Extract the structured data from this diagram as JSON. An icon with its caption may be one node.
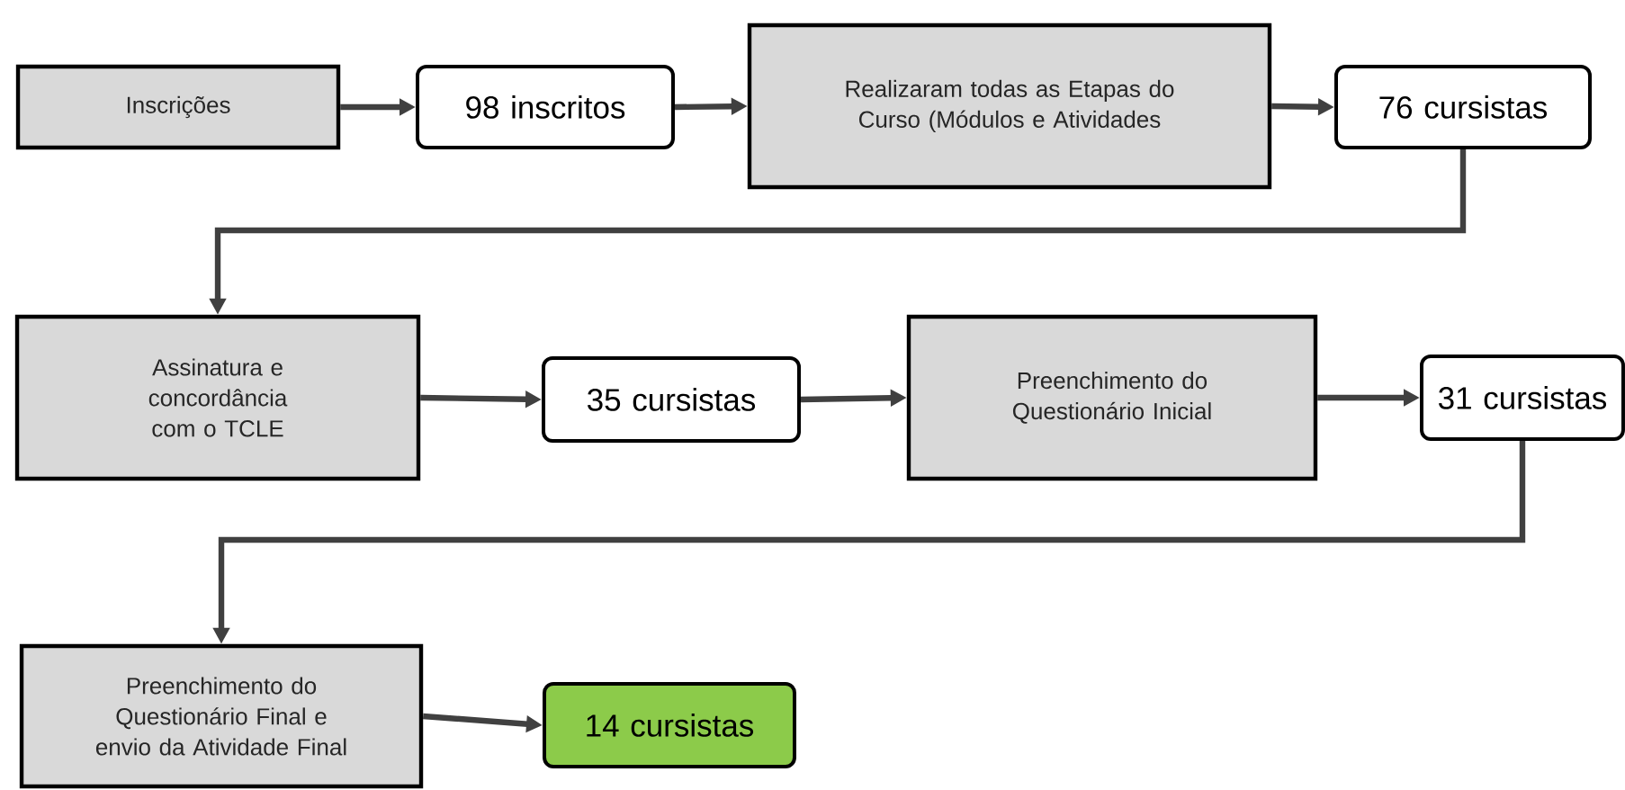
{
  "diagram": {
    "nodes": [
      {
        "text": [
          "Inscrições"
        ]
      },
      {
        "text": [
          "98 inscritos"
        ]
      },
      {
        "text": [
          "Realizaram todas as Etapas do Curso (Módulos e Atividades"
        ]
      },
      {
        "text": [
          "76 cursistas"
        ]
      },
      {
        "text": [
          "Assinatura e concordância com o TCLE"
        ]
      },
      {
        "text": [
          "35 cursistas"
        ]
      },
      {
        "text": [
          "Preenchimento do Questionário Inicial"
        ]
      },
      {
        "text": [
          "31 cursistas"
        ]
      },
      {
        "text": [
          "Preenchimento do Questionário Final e envio da Atividade Final"
        ]
      },
      {
        "text": [
          "14 cursistas"
        ]
      }
    ],
    "edges": [
      {
        "from": 0,
        "to": 1,
        "arrow": "to"
      },
      {
        "from": 1,
        "to": 2,
        "arrow": "to"
      },
      {
        "from": 2,
        "to": 3,
        "arrow": "to"
      },
      {
        "from": 3,
        "to": 4,
        "arrow": "to"
      },
      {
        "from": 4,
        "to": 5,
        "arrow": "to"
      },
      {
        "from": 5,
        "to": 6,
        "arrow": "to"
      },
      {
        "from": 6,
        "to": 7,
        "arrow": "to"
      },
      {
        "from": 7,
        "to": 8,
        "arrow": "to"
      },
      {
        "from": 8,
        "to": 9,
        "arrow": "to"
      }
    ]
  }
}
